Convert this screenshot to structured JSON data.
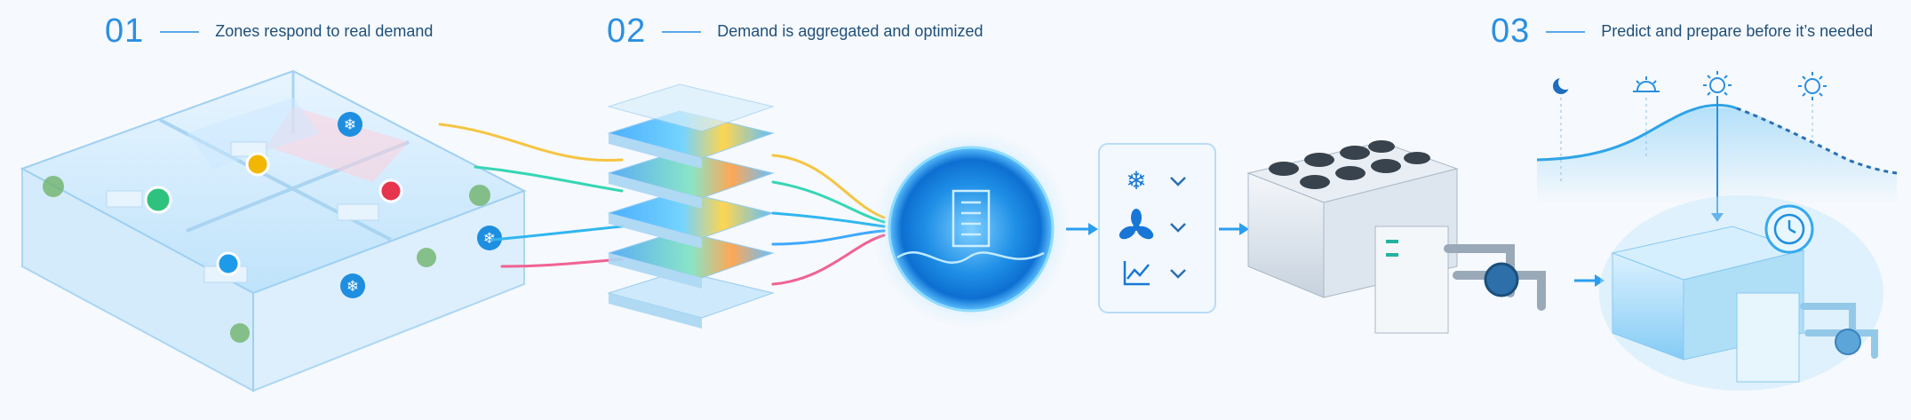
{
  "steps": [
    {
      "number": "01",
      "caption": "Zones respond to real demand"
    },
    {
      "number": "02",
      "caption": "Demand is aggregated and optimized"
    },
    {
      "number": "03",
      "caption": "Predict and prepare before it’s needed"
    }
  ],
  "colors": {
    "accent": "#2b8fe0",
    "green": "#2ec27e",
    "yellow": "#f2b705",
    "red": "#e5364d",
    "blue": "#1e9be8"
  },
  "control_panel": {
    "rows": [
      {
        "icon": "snowflake-icon",
        "control": "chevron-down-icon"
      },
      {
        "icon": "fan-icon",
        "control": "chevron-down-icon"
      },
      {
        "icon": "trend-chart-icon",
        "control": "chevron-down-icon"
      }
    ]
  },
  "forecast": {
    "icons": [
      "moon-icon",
      "sunrise-icon",
      "sun-icon",
      "sun-icon"
    ]
  }
}
